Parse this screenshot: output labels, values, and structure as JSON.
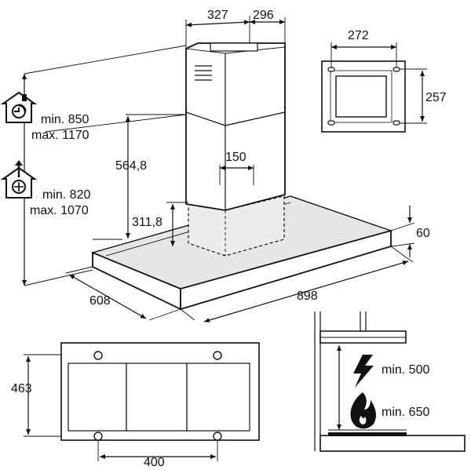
{
  "dimensions": {
    "chimney_width": "327",
    "chimney_depth": "296",
    "bracket_width": "272",
    "bracket_height": "257",
    "chimney_height": "564,8",
    "duct_diameter": "150",
    "lower_chimney": "311,8",
    "canopy_thickness": "60",
    "canopy_depth": "608",
    "canopy_width": "898",
    "bottom_depth": "463",
    "bottom_holes": "400"
  },
  "ceiling_ranges": {
    "extraction": {
      "min": "min. 850",
      "max": "max. 1170"
    },
    "recirculation": {
      "min": "min. 820",
      "max": "max. 1070"
    }
  },
  "cooktop_distances": {
    "electric": "min. 500",
    "gas": "min. 650"
  },
  "icons": [
    "extraction-mode-icon",
    "recirculation-mode-icon",
    "electric-hob-icon",
    "gas-flame-icon"
  ]
}
